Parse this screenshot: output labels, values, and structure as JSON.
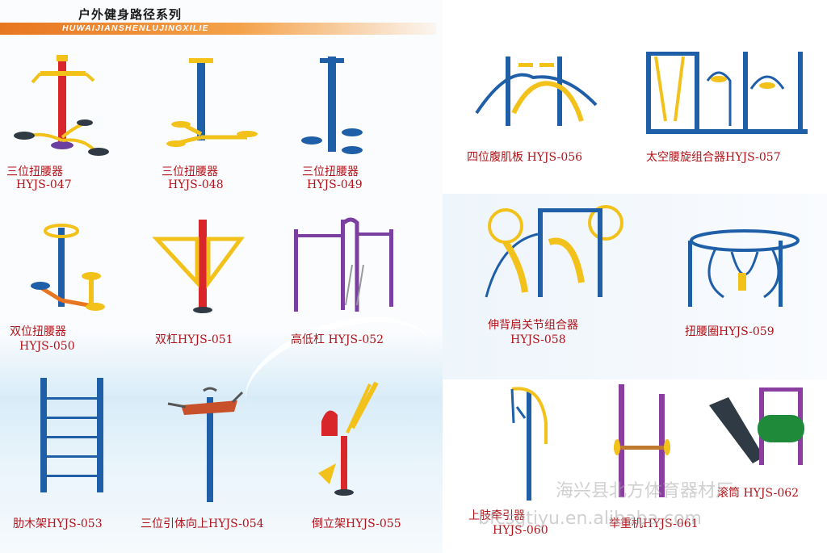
{
  "header": {
    "title": "户外健身路径系列",
    "subtitle": "HUWAIJIANSHENLUJINGXILIE"
  },
  "products": [
    {
      "name": "三位扭腰器",
      "code": "HYJS-047"
    },
    {
      "name": "三位扭腰器",
      "code": "HYJS-048"
    },
    {
      "name": "三位扭腰器",
      "code": "HYJS-049"
    },
    {
      "name": "双位扭腰器",
      "code": "HYJS-050"
    },
    {
      "label": "双杠HYJS-051"
    },
    {
      "label": "高低杠 HYJS-052"
    },
    {
      "label": "肋木架HYJS-053"
    },
    {
      "label": "三位引体向上HYJS-054"
    },
    {
      "label": "倒立架HYJS-055"
    },
    {
      "label": "四位腹肌板 HYJS-056"
    },
    {
      "label": "太空腰旋组合器HYJS-057"
    },
    {
      "name": "伸背肩关节组合器",
      "code": "HYJS-058"
    },
    {
      "label": "扭腰圈HYJS-059"
    },
    {
      "name": "上肢牵引器",
      "code": "HYJS-060"
    },
    {
      "label": "举重机HYJS-061"
    },
    {
      "label": "滚筒 HYJS-062"
    }
  ],
  "watermarks": {
    "company": "海兴县北方体育器材厂",
    "site": "bfcsgtiyu.en.alibaba.com"
  },
  "colors": {
    "label": "#b0141a",
    "pole_blue": "#1f5fa8",
    "pole_red": "#d8262a",
    "accent_yellow": "#f2c21b",
    "pole_purple": "#8a3fa0",
    "header_orange": "#e87620"
  }
}
